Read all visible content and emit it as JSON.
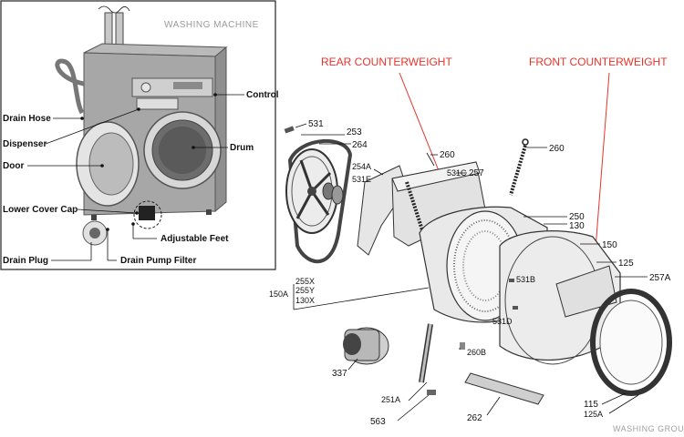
{
  "inset": {
    "title": "WASHING MACHINE",
    "labels": {
      "control": "Control",
      "drain_hose": "Drain Hose",
      "dispenser": "Dispenser",
      "drum": "Drum",
      "door": "Door",
      "lower_cover_cap": "Lower Cover Cap",
      "adjustable_feet": "Adjustable Feet",
      "drain_plug": "Drain Plug",
      "drain_pump_filter": "Drain Pump Filter"
    }
  },
  "callouts": {
    "rear_counterweight": "REAR COUNTERWEIGHT",
    "front_counterweight": "FRONT COUNTERWEIGHT"
  },
  "parts": {
    "p531": "531",
    "p253": "253",
    "p264": "264",
    "p254a": "254A",
    "p531e": "531E",
    "p260_left": "260",
    "p531c": "531C",
    "p257": "257",
    "p260_right": "260",
    "p250": "250",
    "p130": "130",
    "p150": "150",
    "p125": "125",
    "p257a": "257A",
    "p531b": "531B",
    "p531d": "531D",
    "p255x": "255X",
    "p255y": "255Y",
    "p130x": "130X",
    "p150a": "150A",
    "p337": "337",
    "p260b": "260B",
    "p251a": "251A",
    "p563": "563",
    "p262": "262",
    "p115": "115",
    "p125a": "125A"
  },
  "footer": "WASHING GROUP"
}
